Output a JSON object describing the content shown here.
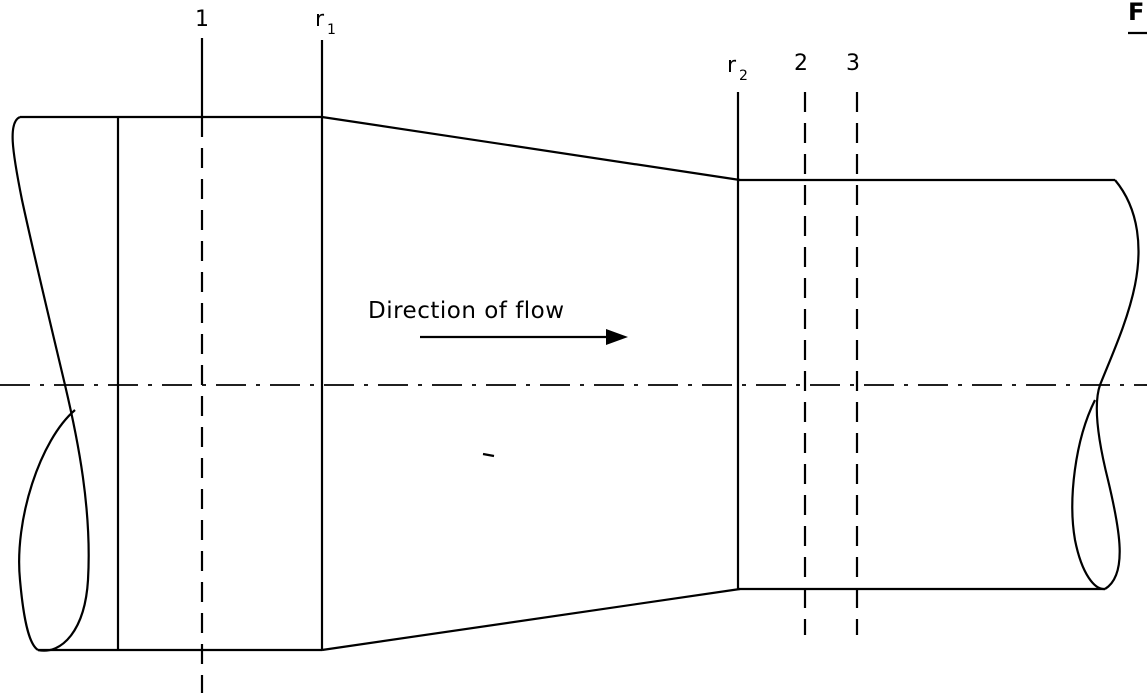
{
  "diagram": {
    "section_1_label": "1",
    "r1_label": "r",
    "r1_sub": "1",
    "r2_label": "r",
    "r2_sub": "2",
    "section_2_label": "2",
    "section_3_label": "3",
    "flow_label": "Direction of flow",
    "corner_letter": "F"
  }
}
